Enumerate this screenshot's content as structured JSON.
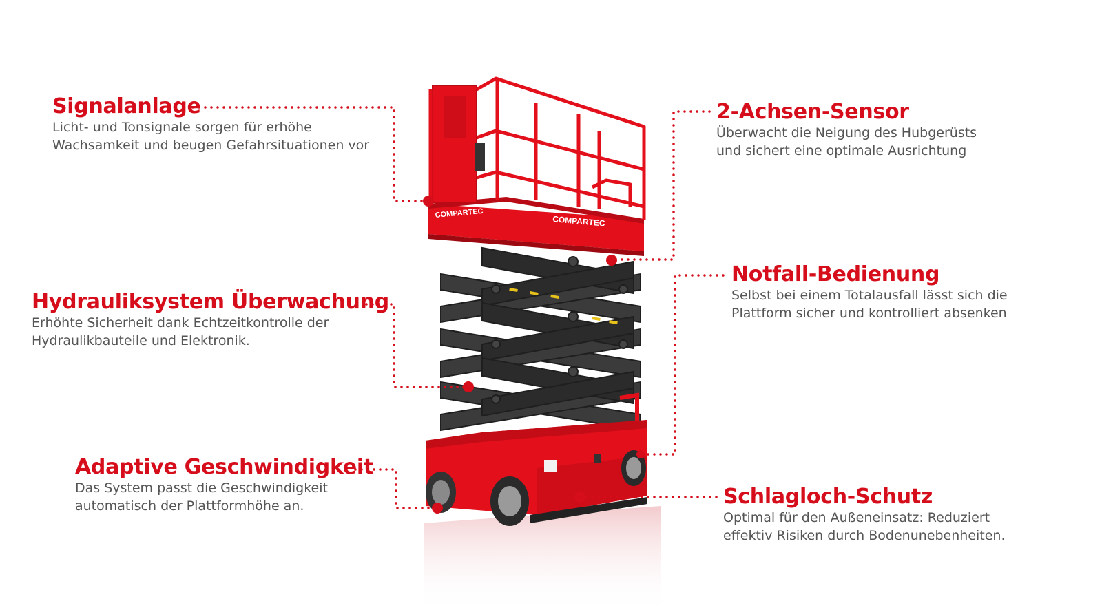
{
  "callouts": [
    {
      "id": "signalanlage",
      "title": "Signalanlage",
      "lines": [
        "Licht- und Tonsignale sorgen für erhöhe",
        "Wachsamkeit und beugen Gefahrsituationen vor"
      ]
    },
    {
      "id": "achsen-sensor",
      "title": "2-Achsen-Sensor",
      "lines": [
        "Überwacht die Neigung des Hubgerüsts",
        "und sichert eine optimale Ausrichtung"
      ]
    },
    {
      "id": "hydraulik",
      "title": "Hydrauliksystem Überwachung",
      "lines": [
        "Erhöhte Sicherheit dank Echtzeitkontrolle der",
        "Hydraulikbauteile und Elektronik."
      ]
    },
    {
      "id": "notfall",
      "title": "Notfall-Bedienung",
      "lines": [
        "Selbst bei einem Totalausfall lässt sich die",
        "Plattform sicher und kontrolliert absenken"
      ]
    },
    {
      "id": "geschwindigkeit",
      "title": "Adaptive Geschwindigkeit",
      "lines": [
        "Das System passt die Geschwindigkeit",
        "automatisch der Plattformhöhe an."
      ]
    },
    {
      "id": "schlagloch",
      "title": "Schlagloch-Schutz",
      "lines": [
        "Optimal für den Außeneinsatz: Reduziert",
        "effektiv Risiken durch Bodenunebenheiten."
      ]
    }
  ],
  "machine": {
    "brand_label": "COMPARTEC",
    "brand_label_rail": "COMPARTEC"
  },
  "colors": {
    "accent": "#d60d1a",
    "text": "#555555",
    "scissor": "#2b2b2b",
    "body": "#e3101c"
  }
}
